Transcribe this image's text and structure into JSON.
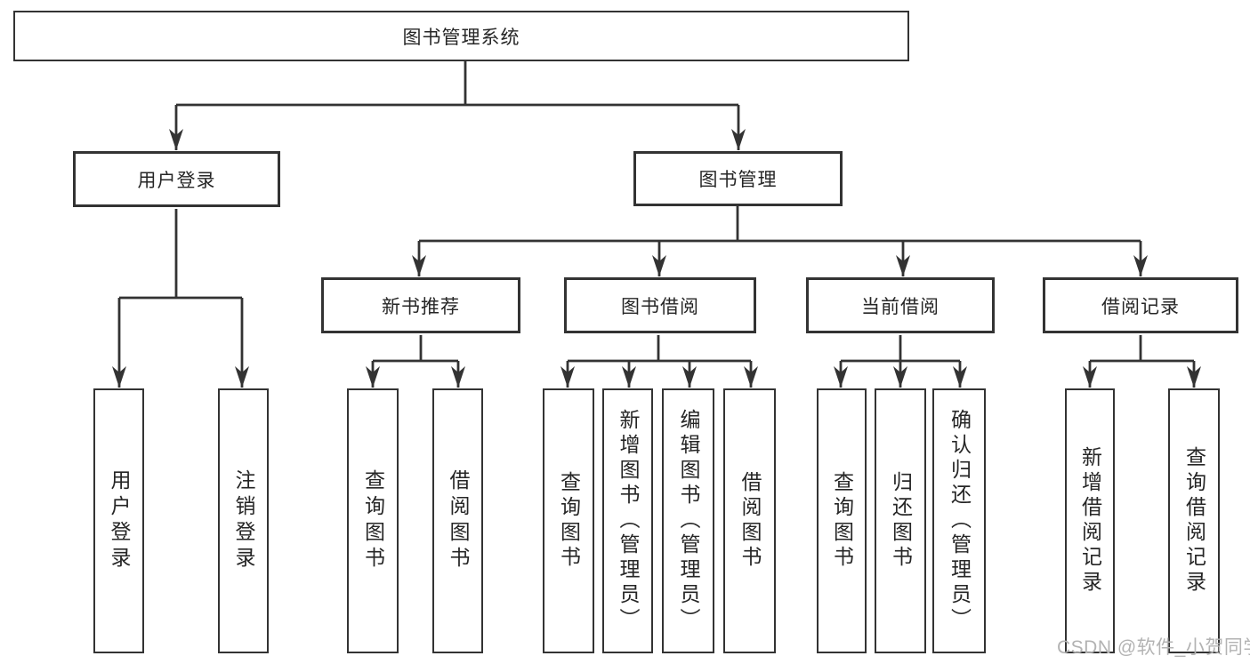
{
  "colors": {
    "line": "#333333",
    "text": "#262626",
    "box_fill": "#ffffff",
    "background": "#ffffff",
    "watermark": "#b3b3b3"
  },
  "diagram": {
    "title": "图书管理系统",
    "level2": [
      {
        "label": "用户登录"
      },
      {
        "label": "图书管理"
      }
    ],
    "level3": [
      {
        "label": "新书推荐"
      },
      {
        "label": "图书借阅"
      },
      {
        "label": "当前借阅"
      },
      {
        "label": "借阅记录"
      }
    ],
    "leaves": {
      "user_login": [
        {
          "label": "用户登录"
        },
        {
          "label": "注销登录"
        }
      ],
      "new_book_recommend": [
        {
          "label": "查询图书"
        },
        {
          "label": "借阅图书"
        }
      ],
      "book_borrow": [
        {
          "label": "查询图书"
        },
        {
          "label": "新增图书（管理员）"
        },
        {
          "label": "编辑图书（管理员）"
        },
        {
          "label": "借阅图书"
        }
      ],
      "current_borrow": [
        {
          "label": "查询图书"
        },
        {
          "label": "归还图书"
        },
        {
          "label": "确认归还（管理员）"
        }
      ],
      "borrow_records": [
        {
          "label": "新增借阅记录"
        },
        {
          "label": "查询借阅记录"
        }
      ]
    },
    "watermark": "CSDN @软件_小贺同学"
  }
}
